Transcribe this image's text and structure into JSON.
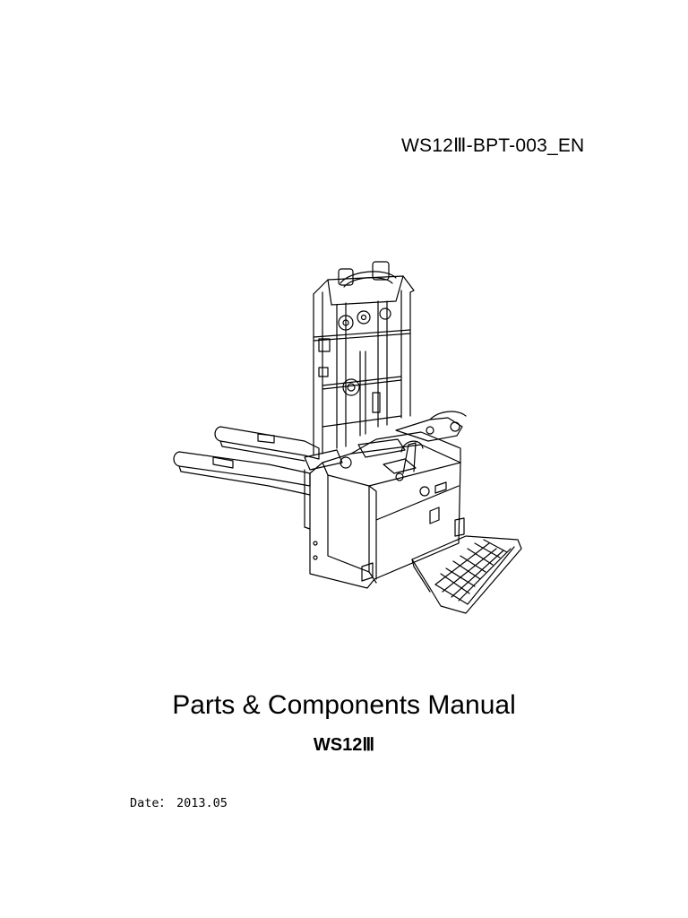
{
  "document": {
    "code": "WS12Ⅲ-BPT-003_EN",
    "title": "Parts & Components Manual",
    "model": "WS12Ⅲ",
    "date_label": "Date：",
    "date_value": "2013.05"
  },
  "illustration": {
    "icon": "pallet-stacker-line-drawing",
    "stroke_color": "#000000",
    "background_color": "#ffffff"
  }
}
